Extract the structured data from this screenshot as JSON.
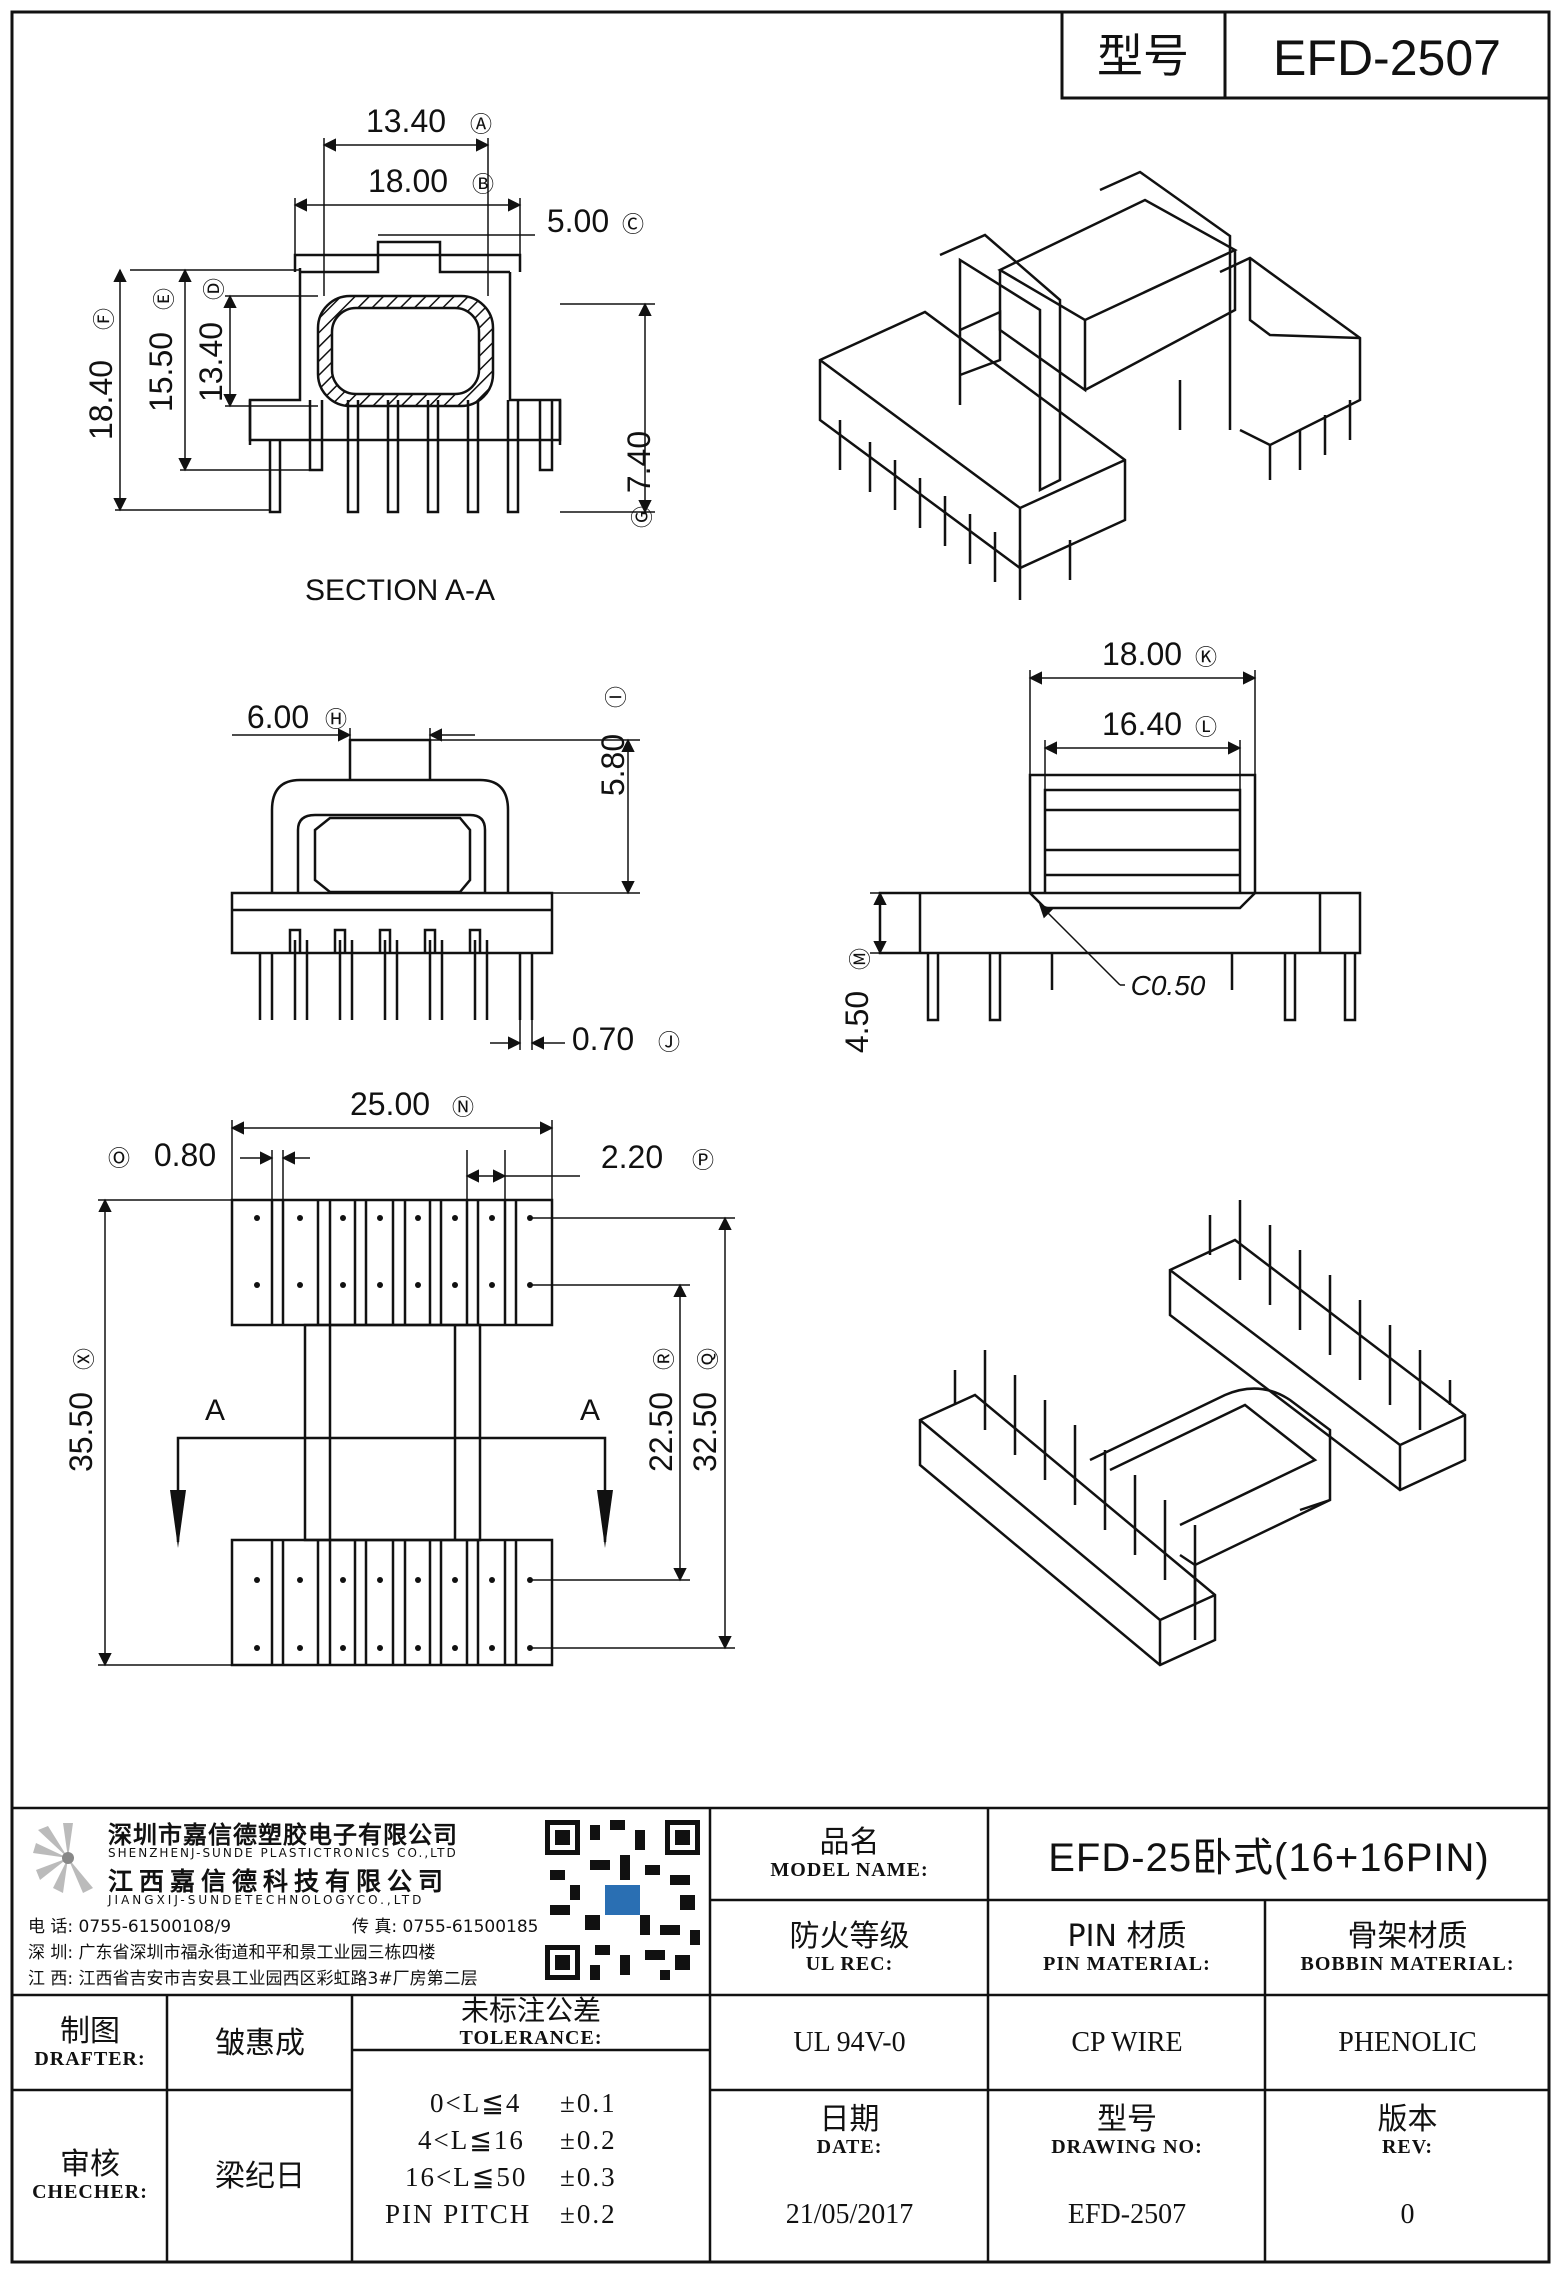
{
  "header": {
    "type_label": "型号",
    "type_value": "EFD-2507"
  },
  "dimensions": {
    "A": "13.40",
    "B": "18.00",
    "C": "5.00",
    "D": "13.40",
    "E": "15.50",
    "F": "18.40",
    "G": "7.40",
    "H": "6.00",
    "I": "5.80",
    "J": "0.70",
    "K": "18.00",
    "L": "16.40",
    "M": "4.50",
    "N": "25.00",
    "O": "0.80",
    "P": "2.20",
    "Q": "32.50",
    "R": "22.50",
    "X": "35.50"
  },
  "labels": {
    "section": "SECTION A-A",
    "chamfer": "C0.50",
    "arrow_a": "A"
  },
  "company": {
    "name_cn": "深圳市嘉信德塑胶电子有限公司",
    "name_en": "SHENZHENJ-SUNDE PLASTICTRONICS CO.,LTD",
    "name2_cn": "江西嘉信德科技有限公司",
    "name2_en": "JIANGXIJ-SUNDETECHNOLOGYCO.,LTD",
    "tel": "电 话: 0755-61500108/9",
    "fax": "传 真: 0755-61500185",
    "addr_sz": "深 圳: 广东省深圳市福永街道和平和景工业园三栋四楼",
    "addr_jx": "江 西: 江西省吉安市吉安县工业园西区彩虹路3#厂房第二层"
  },
  "title_block": {
    "model_name_cn": "品名",
    "model_name_en": "MODEL NAME:",
    "model_name_value": "EFD-25卧式(16+16PIN)",
    "ul_cn": "防火等级",
    "ul_en": "UL REC:",
    "ul_value": "UL 94V-0",
    "pin_cn": "PIN 材质",
    "pin_en": "PIN MATERIAL:",
    "pin_value": "CP WIRE",
    "bobbin_cn": "骨架材质",
    "bobbin_en": "BOBBIN MATERIAL:",
    "bobbin_value": "PHENOLIC",
    "drafter_cn": "制图",
    "drafter_en": "DRAFTER:",
    "drafter_value": "皱惠成",
    "checker_cn": "审核",
    "checker_en": "CHECHER:",
    "checker_value": "梁纪日",
    "tolerance_cn": "未标注公差",
    "tolerance_en": "TOLERANCE:",
    "tolerances": [
      {
        "range": "0<L≦4",
        "value": "±0.1"
      },
      {
        "range": "4<L≦16",
        "value": "±0.2"
      },
      {
        "range": "16<L≦50",
        "value": "±0.3"
      },
      {
        "range": "PIN PITCH",
        "value": "±0.2"
      }
    ],
    "date_cn": "日期",
    "date_en": "DATE:",
    "date_value": "21/05/2017",
    "drawing_cn": "型号",
    "drawing_en": "DRAWING NO:",
    "drawing_value": "EFD-2507",
    "rev_cn": "版本",
    "rev_en": "REV:",
    "rev_value": "0"
  }
}
